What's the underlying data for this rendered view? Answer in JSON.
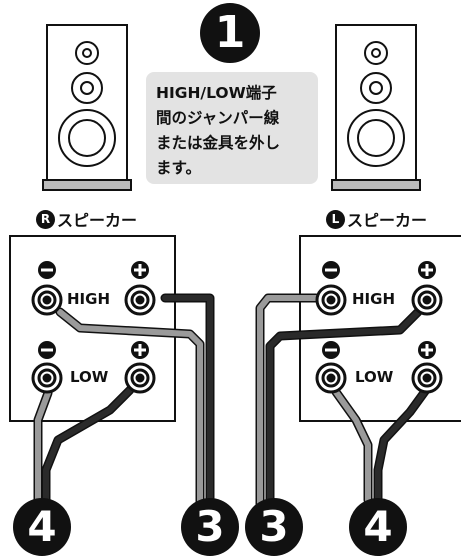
{
  "step1": {
    "number": "1"
  },
  "note": {
    "lines": [
      "HIGH/LOW端子",
      "間のジャンパー線",
      "または金具を外し",
      "ます。"
    ]
  },
  "right_speaker": {
    "letter": "R",
    "label": "スピーカー"
  },
  "left_speaker": {
    "letter": "L",
    "label": "スピーカー"
  },
  "terminals": {
    "high": "HIGH",
    "low": "LOW"
  },
  "polarity": {
    "minus": "−",
    "plus": "+"
  },
  "steps": {
    "three": "3",
    "four": "4"
  },
  "colors": {
    "wire_dark": "#2a2a2a",
    "wire_light": "#9a9a9a",
    "note_bg": "#e3e3e3"
  }
}
